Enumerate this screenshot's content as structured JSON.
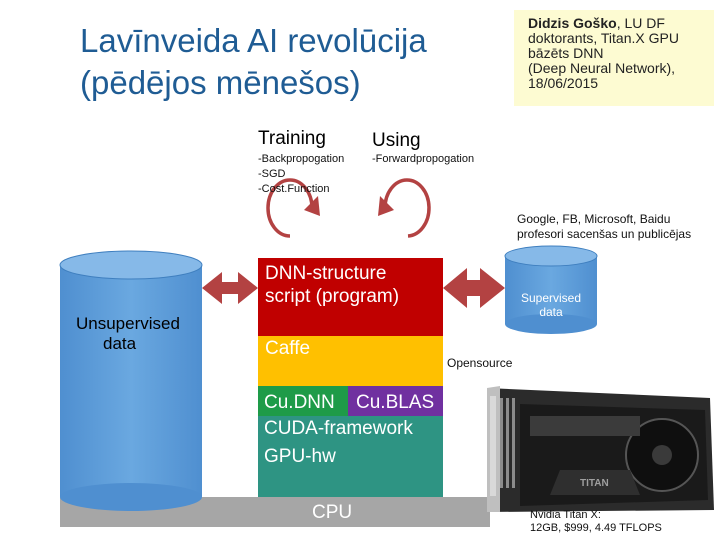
{
  "title": {
    "line1": "Lavīnveida AI revolūcija",
    "line2": "(pēdējos mēnešos)"
  },
  "author": {
    "name": "Didzis Goško",
    "line1_rest": ", LU DF",
    "line2": "doktorants, Titan.X GPU",
    "line3": "bāzēts DNN",
    "line4": "(Deep Neural Network),",
    "line5": "18/06/2015"
  },
  "training": {
    "heading": "Training",
    "items": [
      "-Backpropogation",
      "-SGD",
      "-Cost.Function"
    ]
  },
  "using": {
    "heading": "Using",
    "items": [
      "-Forwardpropogation"
    ]
  },
  "note": {
    "line1": "Google, FB, Microsoft, Baidu",
    "line2": "profesori sacenšas un publicējas"
  },
  "unsupervised": {
    "line1": "Unsupervised",
    "line2": "data"
  },
  "supervised": {
    "line1": "Supervised",
    "line2": "data"
  },
  "stack": {
    "dnn_line1": "DNN-structure",
    "dnn_line2": "script (program)",
    "caffe": "Caffe",
    "opensource": "Opensource",
    "cudnn": "Cu.DNN",
    "cublas": "Cu.BLAS",
    "cuda": "CUDA-framework",
    "gpuhw": "GPU-hw",
    "cpu": "CPU"
  },
  "gpu_card": {
    "line1": "Nvidia Titan X:",
    "line2": "12GB, $999, 4.49 TFLOPS"
  },
  "colors": {
    "title": "#1f5c94",
    "dnn_block": "#c00000",
    "caffe_block": "#ffc000",
    "cudnn_block": "#1e9b48",
    "cublas_block": "#7030a0",
    "gpu_block": "#2e9483",
    "cpu_bar": "#a6a6a6",
    "cylinder": "#5b9bd5",
    "arrow": "#b34242",
    "author_bg": "#fdfbd2"
  }
}
